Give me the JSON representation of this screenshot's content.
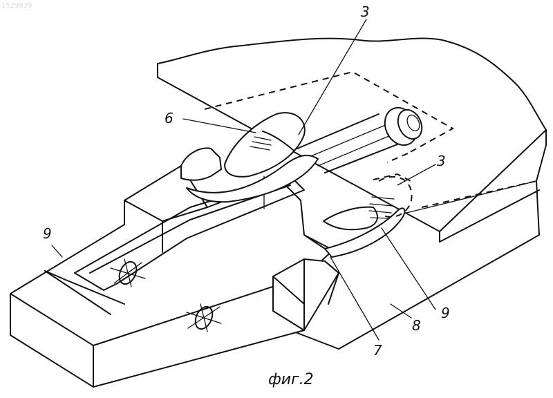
{
  "stamp": "1529839",
  "labels": {
    "l3a": "3",
    "l6": "6",
    "l3b": "3",
    "l9a": "9",
    "l9b": "9",
    "l7": "7",
    "l8": "8"
  },
  "caption": "фиг.2"
}
